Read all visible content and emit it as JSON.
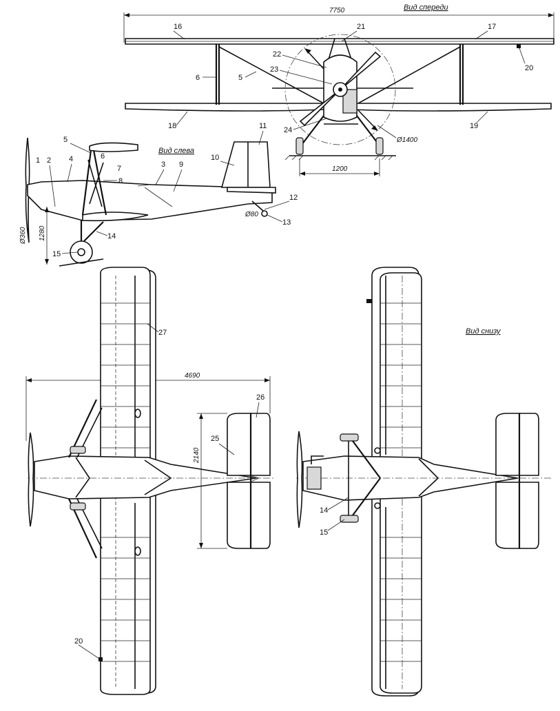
{
  "views": {
    "front": "Вид спереди",
    "left": "Вид слева",
    "bottom": "Вид снизу"
  },
  "dimensions": {
    "span": "7750",
    "track": "1200",
    "prop_disc": "Ø1400",
    "length": "4690",
    "stab_span": "2140",
    "height": "1280",
    "wheel": "Ø360",
    "tail_wheel": "Ø80"
  },
  "callouts": {
    "c1": "1",
    "c2": "2",
    "c3": "3",
    "c4": "4",
    "c5": "5",
    "c6": "6",
    "c7": "7",
    "c8": "8",
    "c9": "9",
    "c10": "10",
    "c11": "11",
    "c12": "12",
    "c13": "13",
    "c14": "14",
    "c15": "15",
    "c16": "16",
    "c17": "17",
    "c18": "18",
    "c19": "19",
    "c20": "20",
    "c21": "21",
    "c22": "22",
    "c23": "23",
    "c24": "24",
    "c25": "25",
    "c26": "26",
    "c27": "27"
  }
}
